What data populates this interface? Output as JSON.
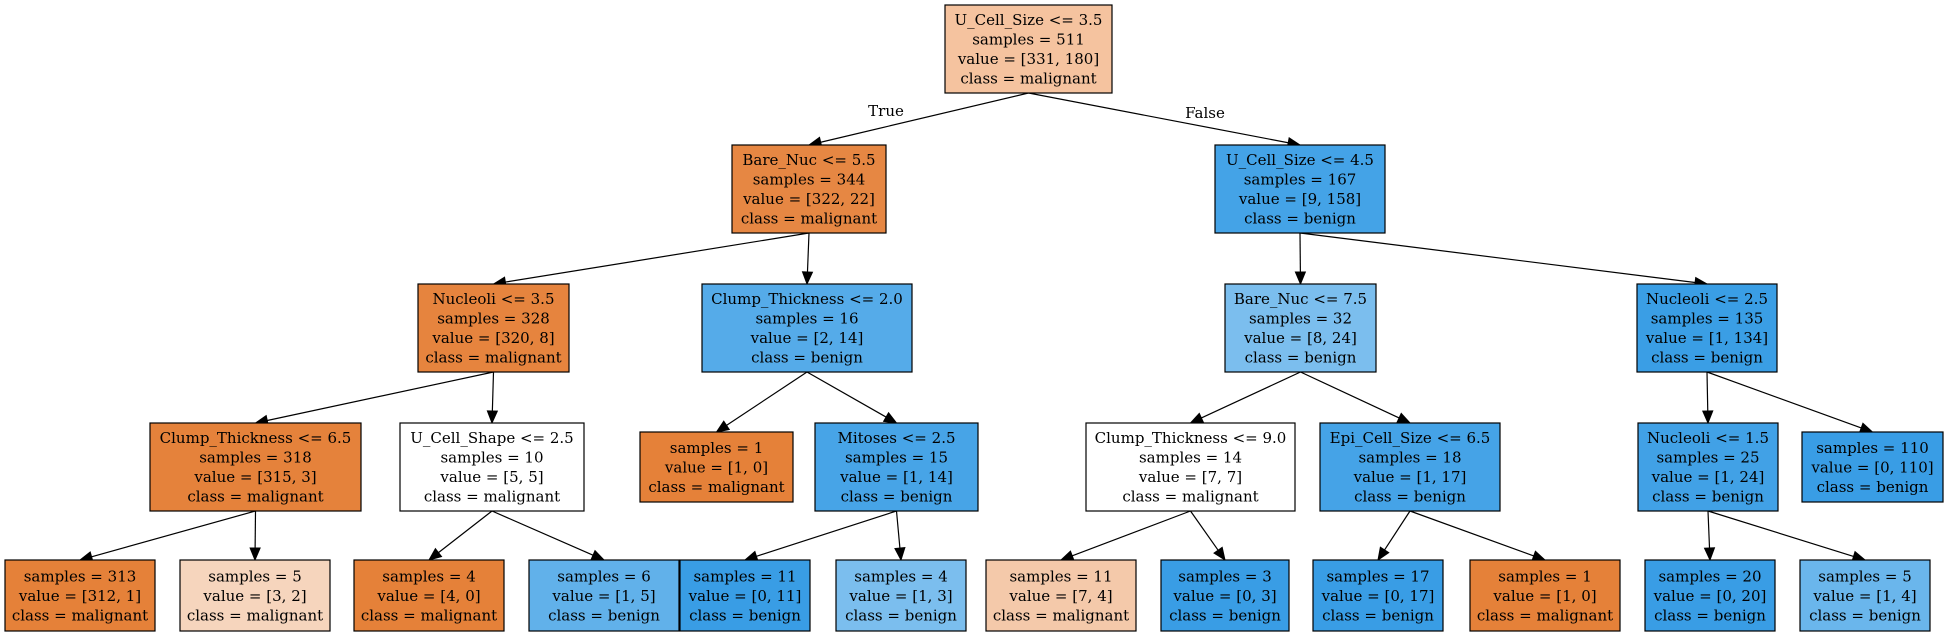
{
  "edge_labels": {
    "true_label": "True",
    "false_label": "False"
  },
  "nodes": [
    {
      "id": "n0",
      "lines": [
        "U_Cell_Size <= 3.5",
        "samples = 511",
        "value = [331, 180]",
        "class = malignant"
      ],
      "fill": "#f5c39f"
    },
    {
      "id": "n1",
      "lines": [
        "Bare_Nuc <= 5.5",
        "samples = 344",
        "value = [322, 22]",
        "class = malignant"
      ],
      "fill": "#e68743"
    },
    {
      "id": "n2",
      "lines": [
        "U_Cell_Size <= 4.5",
        "samples = 167",
        "value = [9, 158]",
        "class = benign"
      ],
      "fill": "#44a3e7"
    },
    {
      "id": "n3",
      "lines": [
        "Nucleoli <= 3.5",
        "samples = 328",
        "value = [320, 8]",
        "class = malignant"
      ],
      "fill": "#e6843e"
    },
    {
      "id": "n4",
      "lines": [
        "Clump_Thickness <= 2.0",
        "samples = 16",
        "value = [2, 14]",
        "class = benign"
      ],
      "fill": "#55abe9"
    },
    {
      "id": "n5",
      "lines": [
        "Bare_Nuc <= 7.5",
        "samples = 32",
        "value = [8, 24]",
        "class = benign"
      ],
      "fill": "#7bbeee"
    },
    {
      "id": "n6",
      "lines": [
        "Nucleoli <= 2.5",
        "samples = 135",
        "value = [1, 134]",
        "class = benign"
      ],
      "fill": "#3a9ee5"
    },
    {
      "id": "n7",
      "lines": [
        "Clump_Thickness <= 6.5",
        "samples = 318",
        "value = [315, 3]",
        "class = malignant"
      ],
      "fill": "#e5823b"
    },
    {
      "id": "n8",
      "lines": [
        "U_Cell_Shape <= 2.5",
        "samples = 10",
        "value = [5, 5]",
        "class = malignant"
      ],
      "fill": "#ffffff"
    },
    {
      "id": "n9",
      "lines": [
        "samples = 1",
        "value = [1, 0]",
        "class = malignant"
      ],
      "fill": "#e58139"
    },
    {
      "id": "n10",
      "lines": [
        "Mitoses <= 2.5",
        "samples = 15",
        "value = [1, 14]",
        "class = benign"
      ],
      "fill": "#47a4e7"
    },
    {
      "id": "n11",
      "lines": [
        "Clump_Thickness <= 9.0",
        "samples = 14",
        "value = [7, 7]",
        "class = malignant"
      ],
      "fill": "#ffffff"
    },
    {
      "id": "n12",
      "lines": [
        "Epi_Cell_Size <= 6.5",
        "samples = 18",
        "value = [1, 17]",
        "class = benign"
      ],
      "fill": "#45a3e7"
    },
    {
      "id": "n13",
      "lines": [
        "Nucleoli <= 1.5",
        "samples = 25",
        "value = [1, 24]",
        "class = benign"
      ],
      "fill": "#41a1e6"
    },
    {
      "id": "n14",
      "lines": [
        "samples = 110",
        "value = [0, 110]",
        "class = benign"
      ],
      "fill": "#399de5"
    },
    {
      "id": "n15",
      "lines": [
        "samples = 313",
        "value = [312, 1]",
        "class = malignant"
      ],
      "fill": "#e58139"
    },
    {
      "id": "n16",
      "lines": [
        "samples = 5",
        "value = [3, 2]",
        "class = malignant"
      ],
      "fill": "#f6d5bd"
    },
    {
      "id": "n17",
      "lines": [
        "samples = 4",
        "value = [4, 0]",
        "class = malignant"
      ],
      "fill": "#e58139"
    },
    {
      "id": "n18",
      "lines": [
        "samples = 6",
        "value = [1, 5]",
        "class = benign"
      ],
      "fill": "#61b1ea"
    },
    {
      "id": "n19",
      "lines": [
        "samples = 11",
        "value = [0, 11]",
        "class = benign"
      ],
      "fill": "#399de5"
    },
    {
      "id": "n20",
      "lines": [
        "samples = 4",
        "value = [1, 3]",
        "class = benign"
      ],
      "fill": "#7bbeee"
    },
    {
      "id": "n21",
      "lines": [
        "samples = 11",
        "value = [7, 4]",
        "class = malignant"
      ],
      "fill": "#f4c9aa"
    },
    {
      "id": "n22",
      "lines": [
        "samples = 3",
        "value = [0, 3]",
        "class = benign"
      ],
      "fill": "#399de5"
    },
    {
      "id": "n23",
      "lines": [
        "samples = 17",
        "value = [0, 17]",
        "class = benign"
      ],
      "fill": "#399de5"
    },
    {
      "id": "n24",
      "lines": [
        "samples = 1",
        "value = [1, 0]",
        "class = malignant"
      ],
      "fill": "#e58139"
    },
    {
      "id": "n25",
      "lines": [
        "samples = 20",
        "value = [0, 20]",
        "class = benign"
      ],
      "fill": "#399de5"
    },
    {
      "id": "n26",
      "lines": [
        "samples = 5",
        "value = [1, 4]",
        "class = benign"
      ],
      "fill": "#6ab6ec"
    }
  ],
  "edges": [
    [
      "n0",
      "n1"
    ],
    [
      "n0",
      "n2"
    ],
    [
      "n1",
      "n3"
    ],
    [
      "n1",
      "n4"
    ],
    [
      "n2",
      "n5"
    ],
    [
      "n2",
      "n6"
    ],
    [
      "n3",
      "n7"
    ],
    [
      "n3",
      "n8"
    ],
    [
      "n4",
      "n9"
    ],
    [
      "n4",
      "n10"
    ],
    [
      "n5",
      "n11"
    ],
    [
      "n5",
      "n12"
    ],
    [
      "n6",
      "n13"
    ],
    [
      "n6",
      "n14"
    ],
    [
      "n7",
      "n15"
    ],
    [
      "n7",
      "n16"
    ],
    [
      "n8",
      "n17"
    ],
    [
      "n8",
      "n18"
    ],
    [
      "n10",
      "n19"
    ],
    [
      "n10",
      "n20"
    ],
    [
      "n11",
      "n21"
    ],
    [
      "n11",
      "n22"
    ],
    [
      "n12",
      "n23"
    ],
    [
      "n12",
      "n24"
    ],
    [
      "n13",
      "n25"
    ],
    [
      "n13",
      "n26"
    ]
  ]
}
